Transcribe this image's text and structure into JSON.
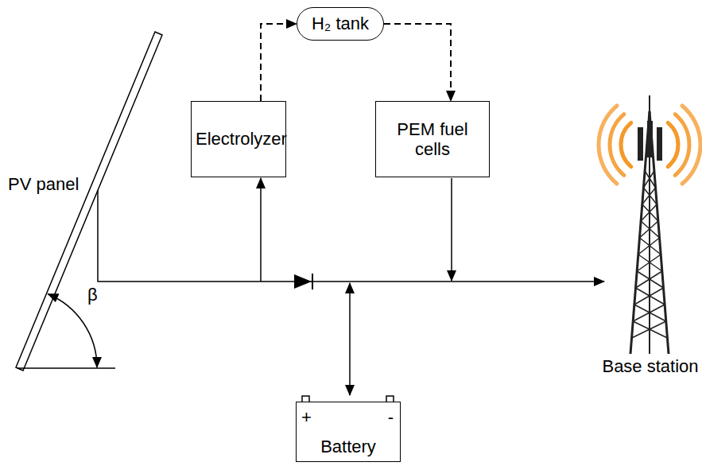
{
  "diagram": {
    "nodes": [
      {
        "text": [
          "H₂ tank"
        ]
      },
      {
        "text": [
          "Electrolyzer"
        ]
      },
      {
        "text": [
          "PEM fuel cells"
        ]
      },
      {
        "text": [
          "+",
          "-",
          "Battery"
        ]
      }
    ],
    "edges": [
      {
        "from": 1,
        "to": 0,
        "arrow": "to"
      },
      {
        "from": 0,
        "to": 2,
        "arrow": "to"
      }
    ],
    "labels": [
      "PV panel",
      "β",
      "Base station"
    ]
  }
}
